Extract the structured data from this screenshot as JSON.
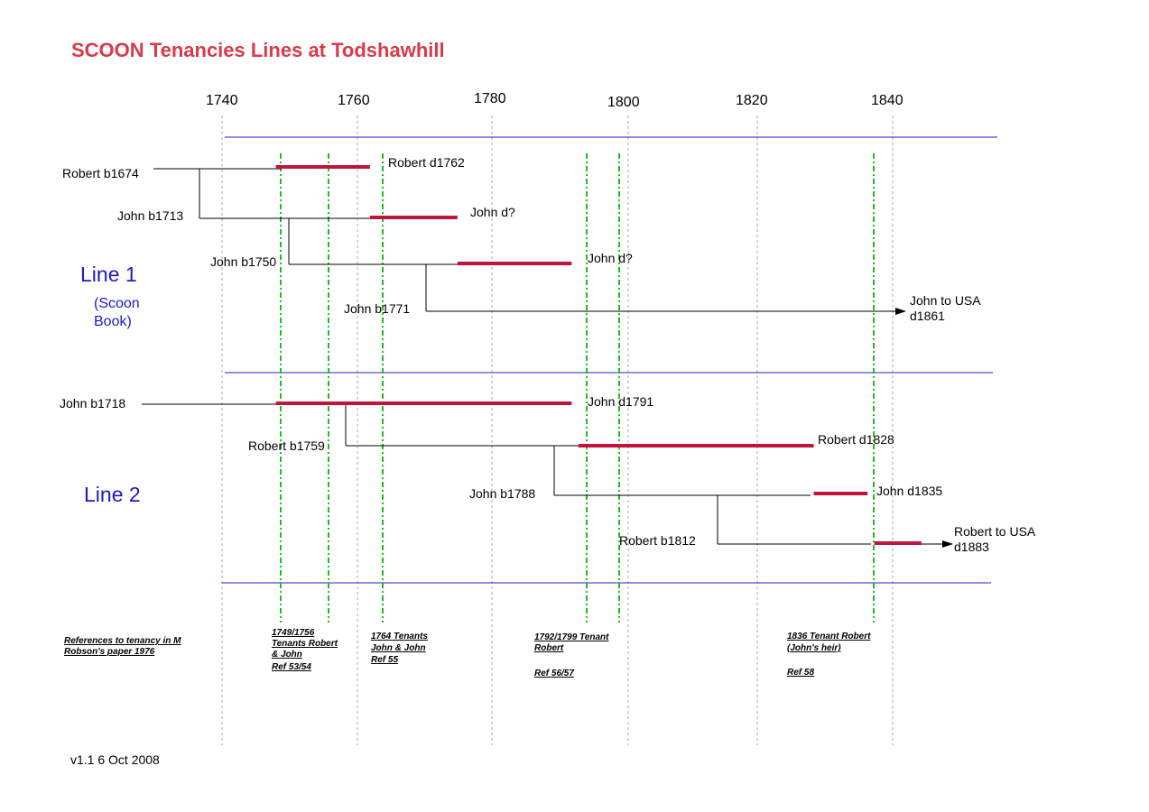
{
  "title": "SCOON Tenancies Lines at Todshawhill",
  "version": "v1.1 6 Oct 2008",
  "colors": {
    "title": "#d93a4a",
    "tenancy_bar": "#c0143c",
    "reference_line": "#22bb22",
    "separator": "#2020c0",
    "grid": "#aaaaaa",
    "line_label": "#1a1ac8"
  },
  "years": [
    {
      "value": 1740,
      "label": "1740"
    },
    {
      "value": 1760,
      "label": "1760"
    },
    {
      "value": 1780,
      "label": "1780"
    },
    {
      "value": 1800,
      "label": "1800"
    },
    {
      "value": 1820,
      "label": "1820"
    },
    {
      "value": 1840,
      "label": "1840"
    }
  ],
  "lines": [
    {
      "label": "Line 1",
      "sublabel_1": "(Scoon",
      "sublabel_2": "Book)"
    },
    {
      "label": "Line 2"
    }
  ],
  "people": {
    "robert_b1674": "Robert b1674",
    "robert_d1762": "Robert d1762",
    "john_b1713": "John b1713",
    "john_d_1": "John d?",
    "john_b1750": "John b1750",
    "john_d_2": "John d?",
    "john_b1771": "John b1771",
    "john_to_usa": "John to USA",
    "d1861": "d1861",
    "john_b1718": "John b1718",
    "john_d1791": "John d1791",
    "robert_b1759": "Robert b1759",
    "robert_d1828": "Robert d1828",
    "john_b1788": "John b1788",
    "john_d1835": "John d1835",
    "robert_b1812": "Robert b1812",
    "robert_to_usa": "Robert to USA",
    "d1883": "d1883"
  },
  "tenancies": [
    {
      "person": "Robert",
      "start": 1748,
      "end": 1762
    },
    {
      "person": "John",
      "start": 1762,
      "end": 1775
    },
    {
      "person": "John",
      "start": 1775,
      "end": 1792
    },
    {
      "person": "John",
      "start": 1748,
      "end": 1792
    },
    {
      "person": "Robert",
      "start": 1793,
      "end": 1828
    },
    {
      "person": "John",
      "start": 1828,
      "end": 1836
    },
    {
      "person": "Robert",
      "start": 1837,
      "end": 1844
    }
  ],
  "reference_years": [
    1749,
    1756,
    1764,
    1792,
    1799,
    1836
  ],
  "notes": {
    "intro_1": "References to tenancy in M",
    "intro_2": "Robson's paper 1976",
    "n1749_1": "1749/1756",
    "n1749_2": "Tenants Robert",
    "n1749_3": "& John",
    "n1749_4": "Ref 53/54",
    "n1764_1": "1764 Tenants",
    "n1764_2": "John & John",
    "n1764_3": "Ref 55",
    "n1792_1": "1792/1799 Tenant",
    "n1792_2": "Robert",
    "n1792_3": "Ref 56/57",
    "n1836_1": "1836 Tenant Robert",
    "n1836_2": "(John's heir)",
    "n1836_3": "Ref 58"
  }
}
